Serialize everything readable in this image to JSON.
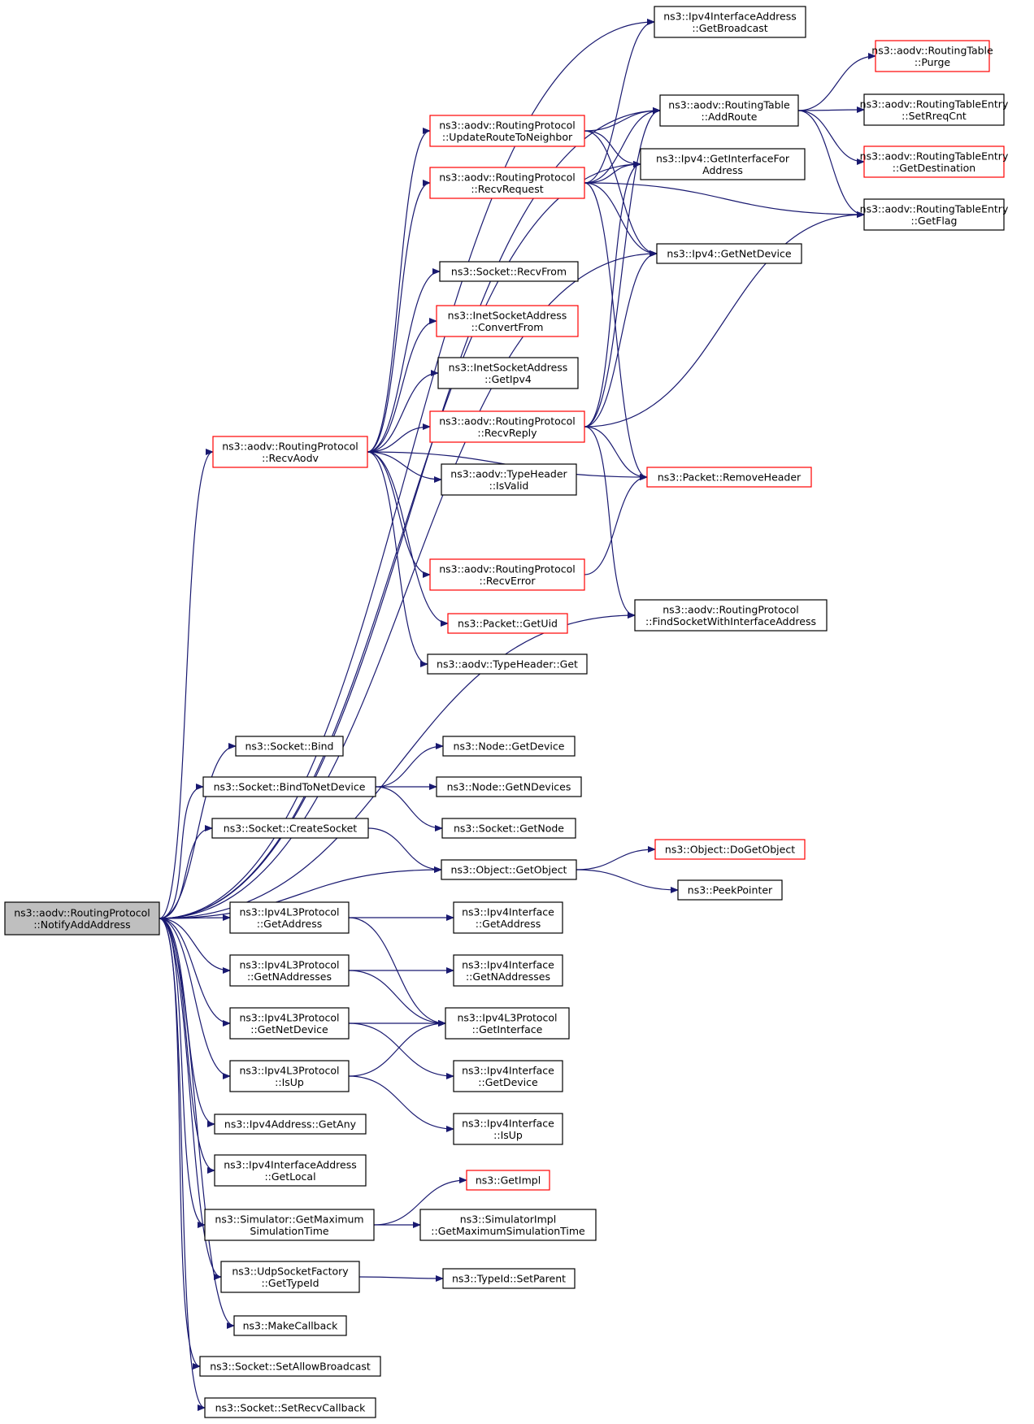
{
  "diagram": {
    "colors": {
      "edge": "#191970",
      "normal_border": "#000000",
      "incomplete_border": "#ff0000",
      "root_fill": "#bfbfbf",
      "node_fill": "#ffffff"
    },
    "nodes": [
      {
        "id": "root",
        "lines": [
          "ns3::aodv::RoutingProtocol",
          "::NotifyAddAddress"
        ],
        "style": "root"
      },
      {
        "id": "getbroadcast",
        "lines": [
          "ns3::Ipv4InterfaceAddress",
          "::GetBroadcast"
        ],
        "style": "normal"
      },
      {
        "id": "addroute",
        "lines": [
          "ns3::aodv::RoutingTable",
          "::AddRoute"
        ],
        "style": "normal"
      },
      {
        "id": "purge",
        "lines": [
          "ns3::aodv::RoutingTable",
          "::Purge"
        ],
        "style": "red"
      },
      {
        "id": "setrreqcnt",
        "lines": [
          "ns3::aodv::RoutingTableEntry",
          "::SetRreqCnt"
        ],
        "style": "normal"
      },
      {
        "id": "getdestination",
        "lines": [
          "ns3::aodv::RoutingTableEntry",
          "::GetDestination"
        ],
        "style": "red"
      },
      {
        "id": "getflag",
        "lines": [
          "ns3::aodv::RoutingTableEntry",
          "::GetFlag"
        ],
        "style": "normal"
      },
      {
        "id": "updateroute",
        "lines": [
          "ns3::aodv::RoutingProtocol",
          "::UpdateRouteToNeighbor"
        ],
        "style": "red"
      },
      {
        "id": "recvrequest",
        "lines": [
          "ns3::aodv::RoutingProtocol",
          "::RecvRequest"
        ],
        "style": "red"
      },
      {
        "id": "getinterfacefor",
        "lines": [
          "ns3::Ipv4::GetInterfaceFor",
          "Address"
        ],
        "style": "normal"
      },
      {
        "id": "getnetdevice_ipv4",
        "lines": [
          "ns3::Ipv4::GetNetDevice"
        ],
        "style": "normal"
      },
      {
        "id": "recvfrom",
        "lines": [
          "ns3::Socket::RecvFrom"
        ],
        "style": "normal"
      },
      {
        "id": "convertfrom",
        "lines": [
          "ns3::InetSocketAddress",
          "::ConvertFrom"
        ],
        "style": "red"
      },
      {
        "id": "getipv4",
        "lines": [
          "ns3::InetSocketAddress",
          "::GetIpv4"
        ],
        "style": "normal"
      },
      {
        "id": "recvreply",
        "lines": [
          "ns3::aodv::RoutingProtocol",
          "::RecvReply"
        ],
        "style": "red"
      },
      {
        "id": "recvaodv",
        "lines": [
          "ns3::aodv::RoutingProtocol",
          "::RecvAodv"
        ],
        "style": "red"
      },
      {
        "id": "isvalid",
        "lines": [
          "ns3::aodv::TypeHeader",
          "::IsValid"
        ],
        "style": "normal"
      },
      {
        "id": "removeheader",
        "lines": [
          "ns3::Packet::RemoveHeader"
        ],
        "style": "red"
      },
      {
        "id": "recverror",
        "lines": [
          "ns3::aodv::RoutingProtocol",
          "::RecvError"
        ],
        "style": "red"
      },
      {
        "id": "findsocket",
        "lines": [
          "ns3::aodv::RoutingProtocol",
          "::FindSocketWithInterfaceAddress"
        ],
        "style": "normal"
      },
      {
        "id": "getuid",
        "lines": [
          "ns3::Packet::GetUid"
        ],
        "style": "red"
      },
      {
        "id": "typeget",
        "lines": [
          "ns3::aodv::TypeHeader::Get"
        ],
        "style": "normal"
      },
      {
        "id": "bind",
        "lines": [
          "ns3::Socket::Bind"
        ],
        "style": "normal"
      },
      {
        "id": "nodegetdevice",
        "lines": [
          "ns3::Node::GetDevice"
        ],
        "style": "normal"
      },
      {
        "id": "bindtonetdevice",
        "lines": [
          "ns3::Socket::BindToNetDevice"
        ],
        "style": "normal"
      },
      {
        "id": "getndevices",
        "lines": [
          "ns3::Node::GetNDevices"
        ],
        "style": "normal"
      },
      {
        "id": "createsocket",
        "lines": [
          "ns3::Socket::CreateSocket"
        ],
        "style": "normal"
      },
      {
        "id": "socketgetnode",
        "lines": [
          "ns3::Socket::GetNode"
        ],
        "style": "normal"
      },
      {
        "id": "getobject",
        "lines": [
          "ns3::Object::GetObject"
        ],
        "style": "normal"
      },
      {
        "id": "dogetobject",
        "lines": [
          "ns3::Object::DoGetObject"
        ],
        "style": "red"
      },
      {
        "id": "peekpointer",
        "lines": [
          "ns3::PeekPointer"
        ],
        "style": "normal"
      },
      {
        "id": "l3getaddress",
        "lines": [
          "ns3::Ipv4L3Protocol",
          "::GetAddress"
        ],
        "style": "normal"
      },
      {
        "id": "ifgetaddress",
        "lines": [
          "ns3::Ipv4Interface",
          "::GetAddress"
        ],
        "style": "normal"
      },
      {
        "id": "l3getnaddresses",
        "lines": [
          "ns3::Ipv4L3Protocol",
          "::GetNAddresses"
        ],
        "style": "normal"
      },
      {
        "id": "ifgetnaddresses",
        "lines": [
          "ns3::Ipv4Interface",
          "::GetNAddresses"
        ],
        "style": "normal"
      },
      {
        "id": "l3getnetdevice",
        "lines": [
          "ns3::Ipv4L3Protocol",
          "::GetNetDevice"
        ],
        "style": "normal"
      },
      {
        "id": "l3getinterface",
        "lines": [
          "ns3::Ipv4L3Protocol",
          "::GetInterface"
        ],
        "style": "normal"
      },
      {
        "id": "l3isup",
        "lines": [
          "ns3::Ipv4L3Protocol",
          "::IsUp"
        ],
        "style": "normal"
      },
      {
        "id": "ifgetdevice",
        "lines": [
          "ns3::Ipv4Interface",
          "::GetDevice"
        ],
        "style": "normal"
      },
      {
        "id": "getany",
        "lines": [
          "ns3::Ipv4Address::GetAny"
        ],
        "style": "normal"
      },
      {
        "id": "ifisup",
        "lines": [
          "ns3::Ipv4Interface",
          "::IsUp"
        ],
        "style": "normal"
      },
      {
        "id": "getlocal",
        "lines": [
          "ns3::Ipv4InterfaceAddress",
          "::GetLocal"
        ],
        "style": "normal"
      },
      {
        "id": "getimpl",
        "lines": [
          "ns3::GetImpl"
        ],
        "style": "red"
      },
      {
        "id": "simgetmax",
        "lines": [
          "ns3::Simulator::GetMaximum",
          "SimulationTime"
        ],
        "style": "normal"
      },
      {
        "id": "implgetmax",
        "lines": [
          "ns3::SimulatorImpl",
          "::GetMaximumSimulationTime"
        ],
        "style": "normal"
      },
      {
        "id": "udpgettypeid",
        "lines": [
          "ns3::UdpSocketFactory",
          "::GetTypeId"
        ],
        "style": "normal"
      },
      {
        "id": "setparent",
        "lines": [
          "ns3::TypeId::SetParent"
        ],
        "style": "normal"
      },
      {
        "id": "makecallback",
        "lines": [
          "ns3::MakeCallback"
        ],
        "style": "normal"
      },
      {
        "id": "setallowbroadcast",
        "lines": [
          "ns3::Socket::SetAllowBroadcast"
        ],
        "style": "normal"
      },
      {
        "id": "setrecvcallback",
        "lines": [
          "ns3::Socket::SetRecvCallback"
        ],
        "style": "normal"
      }
    ],
    "edges": [
      [
        "root",
        "getbroadcast"
      ],
      [
        "root",
        "addroute"
      ],
      [
        "root",
        "getinterfacefor"
      ],
      [
        "root",
        "getnetdevice_ipv4"
      ],
      [
        "root",
        "recvaodv"
      ],
      [
        "root",
        "findsocket"
      ],
      [
        "root",
        "bind"
      ],
      [
        "root",
        "bindtonetdevice"
      ],
      [
        "root",
        "createsocket"
      ],
      [
        "root",
        "getobject"
      ],
      [
        "root",
        "l3getaddress"
      ],
      [
        "root",
        "l3getnaddresses"
      ],
      [
        "root",
        "l3getnetdevice"
      ],
      [
        "root",
        "l3isup"
      ],
      [
        "root",
        "getany"
      ],
      [
        "root",
        "getlocal"
      ],
      [
        "root",
        "simgetmax"
      ],
      [
        "root",
        "udpgettypeid"
      ],
      [
        "root",
        "makecallback"
      ],
      [
        "root",
        "setallowbroadcast"
      ],
      [
        "root",
        "setrecvcallback"
      ],
      [
        "addroute",
        "purge"
      ],
      [
        "addroute",
        "setrreqcnt"
      ],
      [
        "addroute",
        "getdestination"
      ],
      [
        "addroute",
        "getflag"
      ],
      [
        "updateroute",
        "addroute"
      ],
      [
        "updateroute",
        "getinterfacefor"
      ],
      [
        "updateroute",
        "getnetdevice_ipv4"
      ],
      [
        "recvrequest",
        "getbroadcast"
      ],
      [
        "recvrequest",
        "addroute"
      ],
      [
        "recvrequest",
        "getinterfacefor"
      ],
      [
        "recvrequest",
        "getflag"
      ],
      [
        "recvrequest",
        "getnetdevice_ipv4"
      ],
      [
        "recvrequest",
        "removeheader"
      ],
      [
        "recvreply",
        "addroute"
      ],
      [
        "recvreply",
        "getinterfacefor"
      ],
      [
        "recvreply",
        "getflag"
      ],
      [
        "recvreply",
        "getnetdevice_ipv4"
      ],
      [
        "recvreply",
        "removeheader"
      ],
      [
        "recvreply",
        "findsocket"
      ],
      [
        "recvaodv",
        "updateroute"
      ],
      [
        "recvaodv",
        "recvrequest"
      ],
      [
        "recvaodv",
        "recvfrom"
      ],
      [
        "recvaodv",
        "convertfrom"
      ],
      [
        "recvaodv",
        "getipv4"
      ],
      [
        "recvaodv",
        "recvreply"
      ],
      [
        "recvaodv",
        "isvalid"
      ],
      [
        "recvaodv",
        "removeheader"
      ],
      [
        "recvaodv",
        "recverror"
      ],
      [
        "recvaodv",
        "getuid"
      ],
      [
        "recvaodv",
        "typeget"
      ],
      [
        "recverror",
        "removeheader"
      ],
      [
        "bindtonetdevice",
        "nodegetdevice"
      ],
      [
        "bindtonetdevice",
        "getndevices"
      ],
      [
        "bindtonetdevice",
        "socketgetnode"
      ],
      [
        "createsocket",
        "getobject"
      ],
      [
        "getobject",
        "dogetobject"
      ],
      [
        "getobject",
        "peekpointer"
      ],
      [
        "l3getaddress",
        "ifgetaddress"
      ],
      [
        "l3getaddress",
        "l3getinterface"
      ],
      [
        "l3getnaddresses",
        "ifgetnaddresses"
      ],
      [
        "l3getnaddresses",
        "l3getinterface"
      ],
      [
        "l3getnetdevice",
        "l3getinterface"
      ],
      [
        "l3getnetdevice",
        "ifgetdevice"
      ],
      [
        "l3isup",
        "l3getinterface"
      ],
      [
        "l3isup",
        "ifisup"
      ],
      [
        "simgetmax",
        "getimpl"
      ],
      [
        "simgetmax",
        "implgetmax"
      ],
      [
        "udpgettypeid",
        "setparent"
      ]
    ]
  }
}
